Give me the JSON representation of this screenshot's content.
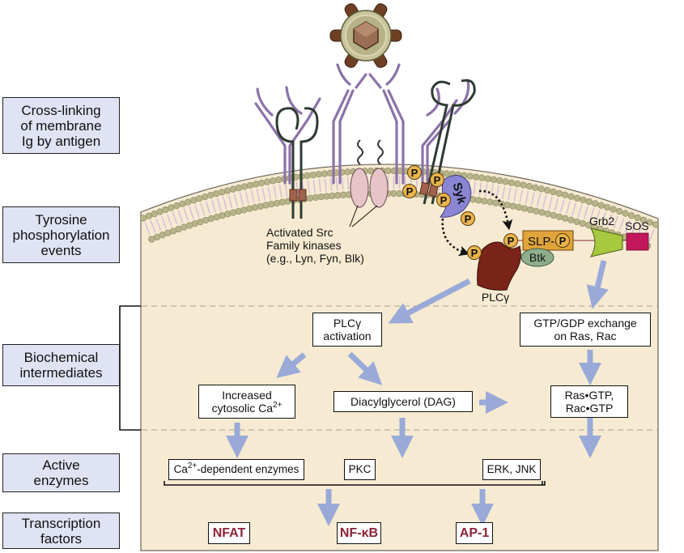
{
  "stages": [
    {
      "id": "cross-linking",
      "label": "Cross-linking\nof membrane\nIg by antigen"
    },
    {
      "id": "tyrosine",
      "label": "Tyrosine\nphosphorylation\nevents"
    },
    {
      "id": "biochemical",
      "label": "Biochemical\nintermediates"
    },
    {
      "id": "enzymes",
      "label": "Active\nenzymes"
    },
    {
      "id": "transcription",
      "label": "Transcription\nfactors"
    }
  ],
  "membrane_labels": {
    "src_kinases": "Activated Src\nFamily kinases\n(e.g., Lyn, Fyn, Blk)",
    "syk": "Syk",
    "phospho": "P",
    "slp65": "SLP-65",
    "btk": "Btk",
    "grb2": "Grb2",
    "sos": "SOS",
    "plcg": "PLCγ"
  },
  "intermediates": {
    "plcg_activation": "PLCγ\nactivation",
    "gtp_exchange": "GTP/GDP exchange\non Ras, Rac",
    "calcium_pre": "Increased\ncytosolic Ca",
    "calcium_sup": "2+",
    "dag": "Diacylglycerol  (DAG)",
    "ras_gtp": "Ras•GTP,\nRac•GTP"
  },
  "enzymes": {
    "ca_dep_pre": "Ca",
    "ca_dep_sup": "2+",
    "ca_dep_post": "-dependent enzymes",
    "pkc": "PKC",
    "erk_jnk": "ERK, JNK"
  },
  "transcription_factors": {
    "nfat": "NFAT",
    "nfkb": "NF-κB",
    "ap1": "AP-1"
  },
  "colors": {
    "cytoplasm": "#f6ebd2",
    "stage_box": "#dfe3f3",
    "arrow": "#9aaad8",
    "receptor": "#8b72a8",
    "phospho": "#e9b44c",
    "syk": "#8a86d4",
    "plcg": "#7a2318",
    "slp65": "#e0a43a",
    "btk": "#8fad8c",
    "grb2": "#a7c83f",
    "sos": "#c2185b",
    "tf_text": "#8b2335",
    "lipid_head": "#b8b48a",
    "lipid_tail": "#d9bfd8"
  }
}
